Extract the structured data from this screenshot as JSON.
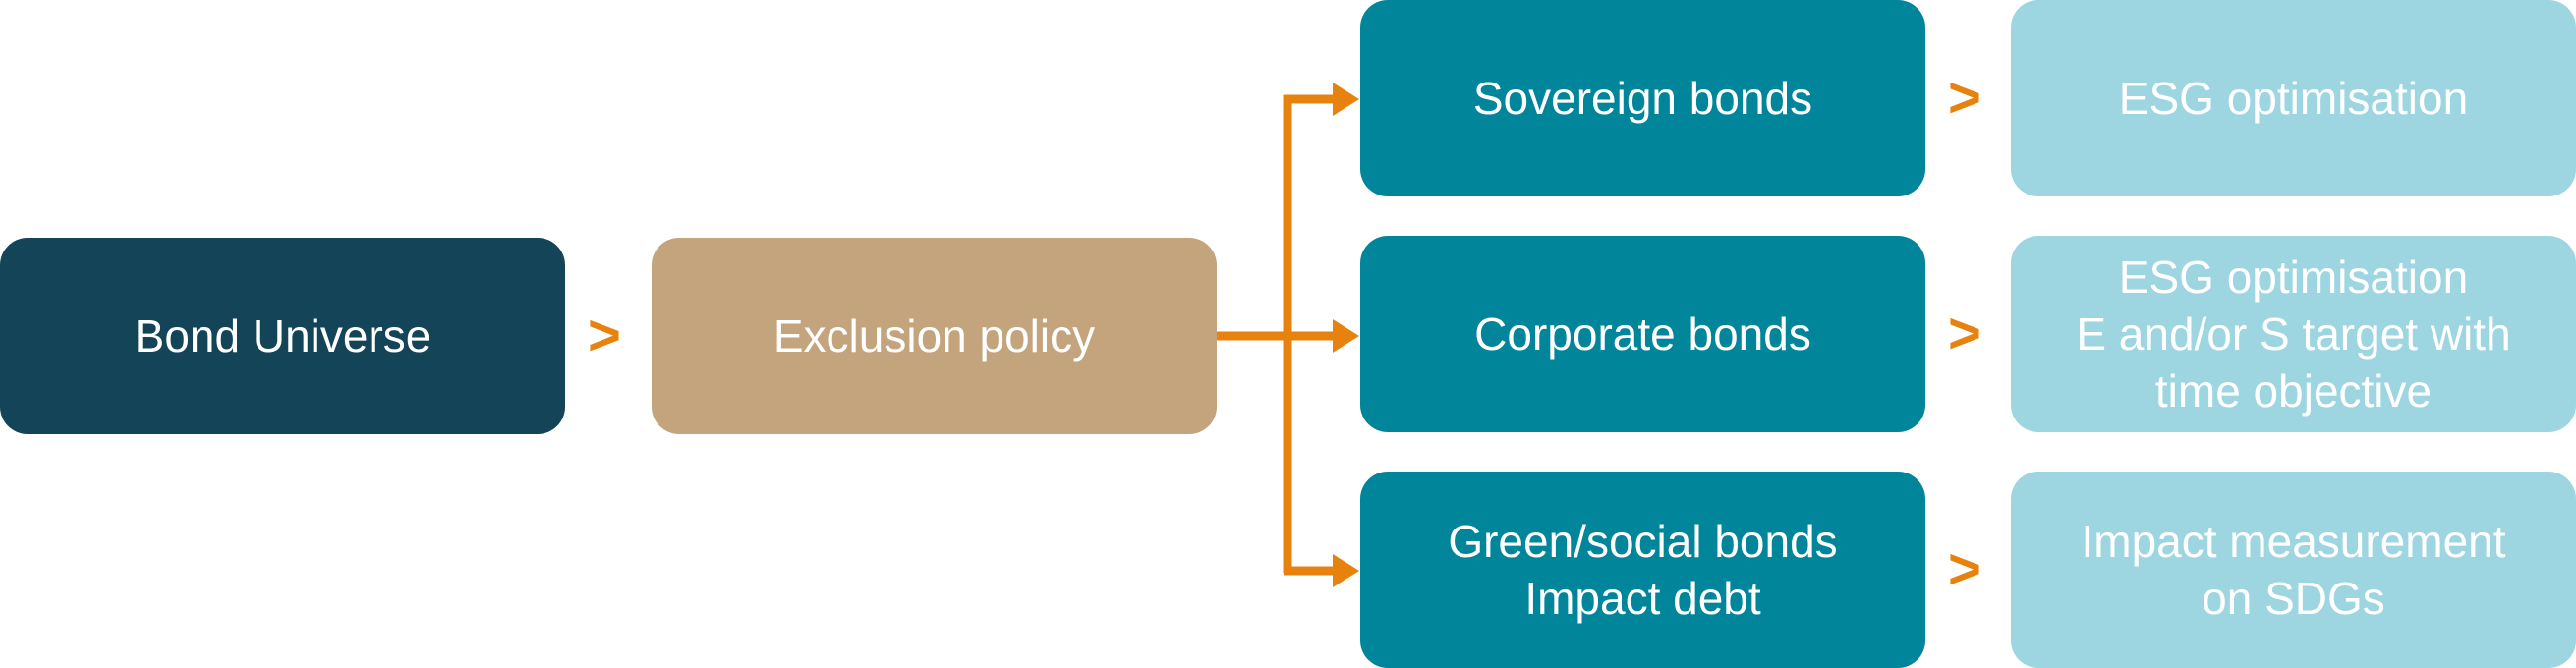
{
  "colors": {
    "universe": "#134458",
    "exclusion": "#c3a47d",
    "category": "#00859a",
    "method": "#9dd6e1",
    "arrow": "#e8820f",
    "text": "#ffffff"
  },
  "universe": {
    "label": "Bond Universe"
  },
  "exclusion": {
    "label": "Exclusion policy"
  },
  "separator_symbol": ">",
  "categories": [
    {
      "lines": [
        "Sovereign bonds"
      ]
    },
    {
      "lines": [
        "Corporate bonds"
      ]
    },
    {
      "lines": [
        "Green/social bonds",
        "Impact debt"
      ]
    }
  ],
  "methods": [
    {
      "lines": [
        "ESG optimisation"
      ]
    },
    {
      "lines": [
        "ESG optimisation",
        "E and/or S target with",
        "time objective"
      ]
    },
    {
      "lines": [
        "Impact measurement",
        "on SDGs"
      ]
    }
  ]
}
